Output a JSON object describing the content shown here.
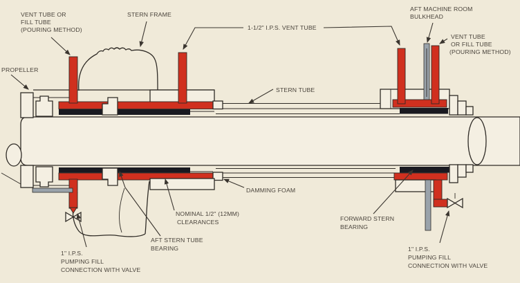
{
  "diagram_type": "stern tube shaft arrangement cross-section",
  "colors": {
    "paper": "#f0ead9",
    "foam_red": "#d0301f",
    "bearing_black": "#191920",
    "bulkhead_gray": "#9aa3ab",
    "ink": "#2f2b26",
    "text": "#4a443c"
  },
  "labels": {
    "vent_fill_left": [
      "VENT TUBE OR",
      "FILL TUBE",
      "(POURING METHOD)"
    ],
    "stern_frame": "STERN FRAME",
    "propeller": "PROPELLER",
    "ips_vent_tube": "1-1/2\" I.P.S. VENT TUBE",
    "aft_machine_room": [
      "AFT MACHINE ROOM",
      "BULKHEAD"
    ],
    "vent_fill_right": [
      "VENT TUBE",
      "OR FILL TUBE",
      "(POURING METHOD)"
    ],
    "stern_tube": "STERN TUBE",
    "damming_foam": "DAMMING FOAM",
    "nominal_clearances": [
      "NOMINAL 1/2\" (12MM)",
      "CLEARANCES"
    ],
    "aft_stern_tube_bearing": [
      "AFT STERN TUBE",
      "BEARING"
    ],
    "forward_stern_bearing": [
      "FORWARD STERN",
      "BEARING"
    ],
    "pumping_fill_left": [
      "1\" I.P.S.",
      "PUMPING FILL",
      "CONNECTION WITH VALVE"
    ],
    "pumping_fill_right": [
      "1\" I.P.S.",
      "PUMPING FILL",
      "CONNECTION WITH VALVE"
    ]
  }
}
